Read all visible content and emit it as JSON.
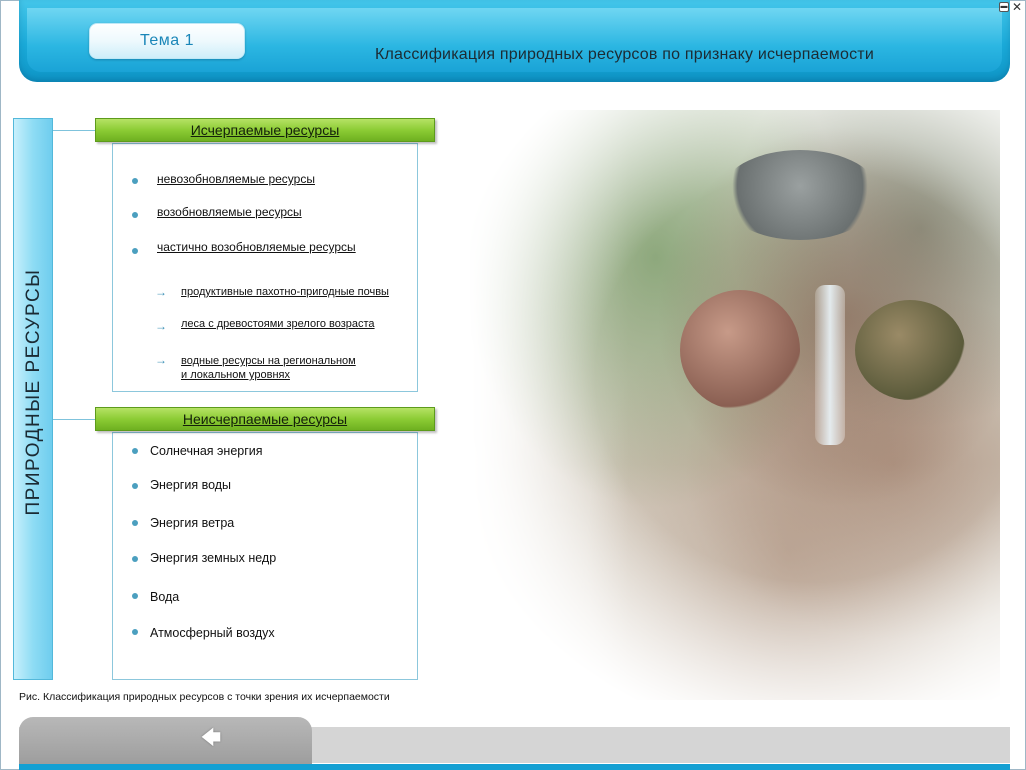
{
  "header": {
    "topic_button": "Тема 1",
    "title": "Классификация природных ресурсов по признаку исчерпаемости"
  },
  "sidebar": {
    "vertical_label": "ПРИРОДНЫЕ   РЕСУРСЫ"
  },
  "exhaustible": {
    "heading": "Исчерпаемые ресурсы",
    "items": [
      "невозобновляемые ресурсы",
      "возобновляемые ресурсы",
      "частично возобновляемые ресурсы"
    ],
    "sub_items": [
      "продуктивные пахотно-пригодные почвы",
      "леса с древостоями зрелого возраста",
      "водные ресурсы на региональном",
      "и локальном уровнях"
    ]
  },
  "inexhaustible": {
    "heading": "Неисчерпаемые ресурсы",
    "items": [
      "Солнечная энергия",
      "Энергия воды",
      "Энергия ветра",
      "Энергия земных недр",
      "Вода",
      "Атмосферный воздух"
    ]
  },
  "caption": "Рис. Классификация природных ресурсов с точки зрения их исчерпаемости",
  "footer": {
    "back_icon": "back-arrow-icon"
  },
  "colors": {
    "header_blue": "#1aa9d8",
    "category_green": "#8ccc35",
    "bullet_blue": "#4b9fbf",
    "footer_line": "#14a0d3"
  }
}
